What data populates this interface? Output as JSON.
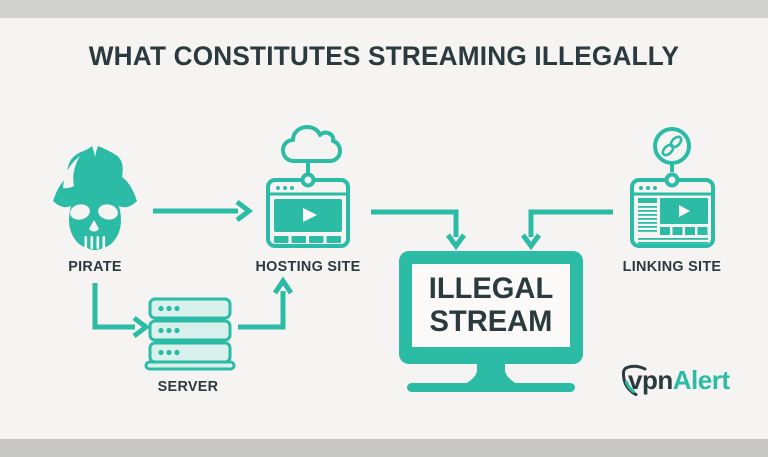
{
  "title": "WHAT CONSTITUTES STREAMING ILLEGALLY",
  "nodes": {
    "pirate": {
      "label": "PIRATE"
    },
    "hosting": {
      "label": "HOSTING SITE"
    },
    "server": {
      "label": "SERVER"
    },
    "linking": {
      "label": "LINKING SITE"
    },
    "monitor": {
      "line1": "ILLEGAL",
      "line2": "STREAM"
    }
  },
  "logo": {
    "vpn": "vpn",
    "alert": "Alert"
  },
  "colors": {
    "teal": "#2cbca6",
    "dark": "#2b3a3e",
    "background": "#f5f4f2",
    "top_bar": "#d1d1cf",
    "bottom_bar": "#c8c8c6",
    "server_fill": "#d8f1ec",
    "screen_white": "#fbfaf8"
  }
}
